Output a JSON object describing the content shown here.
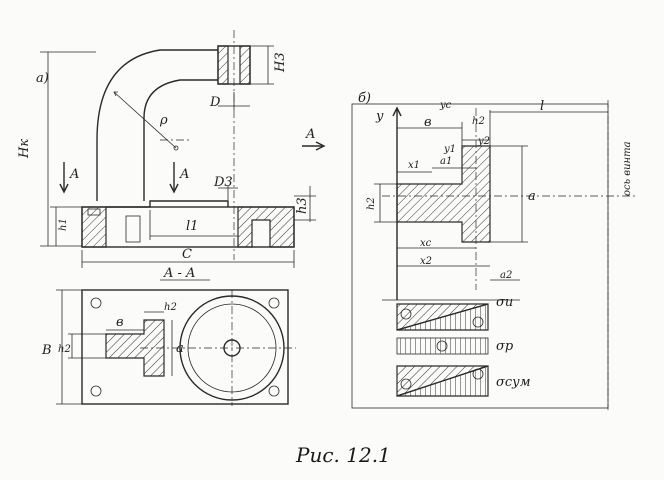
{
  "caption": "Рис. 12.1",
  "labels": {
    "panel_a": "a)",
    "panel_b": "б)",
    "section_title": "A - A",
    "Hk": "Hк",
    "H3": "H3",
    "h3": "h3",
    "h1": "h1",
    "D": "D",
    "D3": "D3",
    "rho": "ρ",
    "l1": "l1",
    "C": "C",
    "A": "A",
    "B": "B",
    "b": "в",
    "h2": "h2",
    "a": "a",
    "y": "y",
    "yc": "yc",
    "y1": "y1",
    "y2": "y2",
    "l": "l",
    "x1": "x1",
    "a1": "a1",
    "a2": "a2",
    "xc": "xc",
    "x2": "x2",
    "axis": "ось винта",
    "sigma_i": "σи",
    "sigma_p": "σр",
    "sigma_sum": "σсум"
  }
}
